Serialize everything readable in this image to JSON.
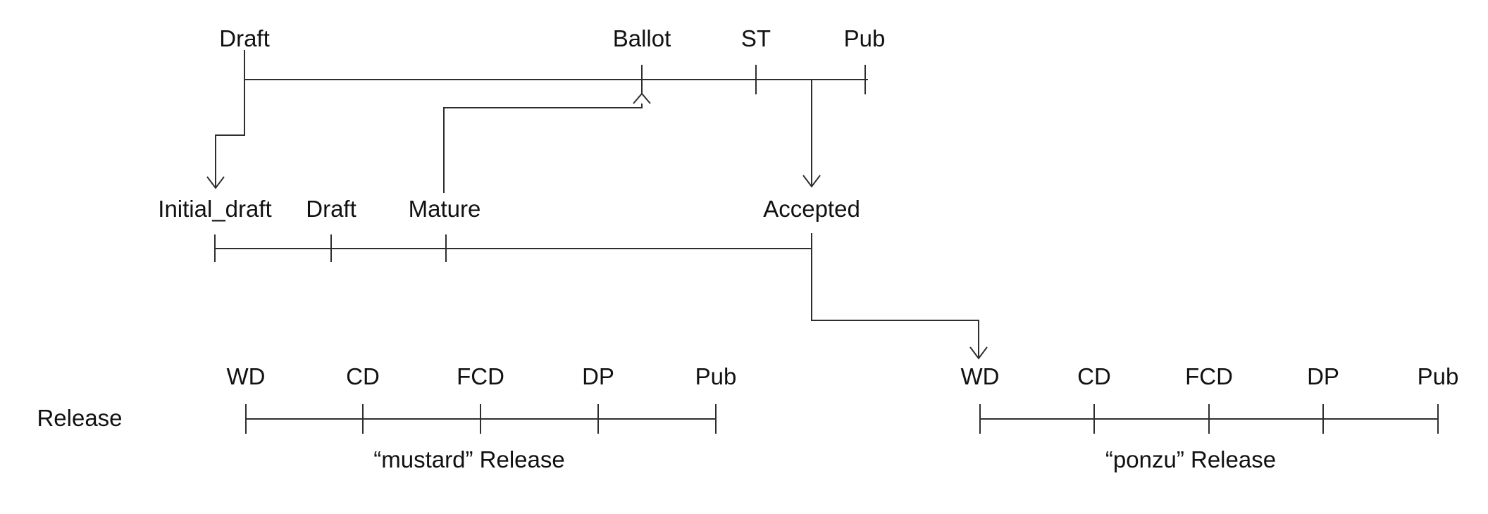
{
  "diagram": {
    "top_timeline": {
      "stages": [
        "Draft",
        "Ballot",
        "ST",
        "Pub"
      ]
    },
    "middle_timeline": {
      "stages": [
        "Initial_draft",
        "Draft",
        "Mature",
        "Accepted"
      ]
    },
    "releases": {
      "axis_label": "Release",
      "mustard": {
        "stages": [
          "WD",
          "CD",
          "FCD",
          "DP",
          "Pub"
        ],
        "caption": "“mustard” Release"
      },
      "ponzu": {
        "stages": [
          "WD",
          "CD",
          "FCD",
          "DP",
          "Pub"
        ],
        "caption": "“ponzu” Release"
      }
    },
    "colors": {
      "line": "#2e2e2e",
      "text": "#111111",
      "background": "#ffffff"
    }
  }
}
